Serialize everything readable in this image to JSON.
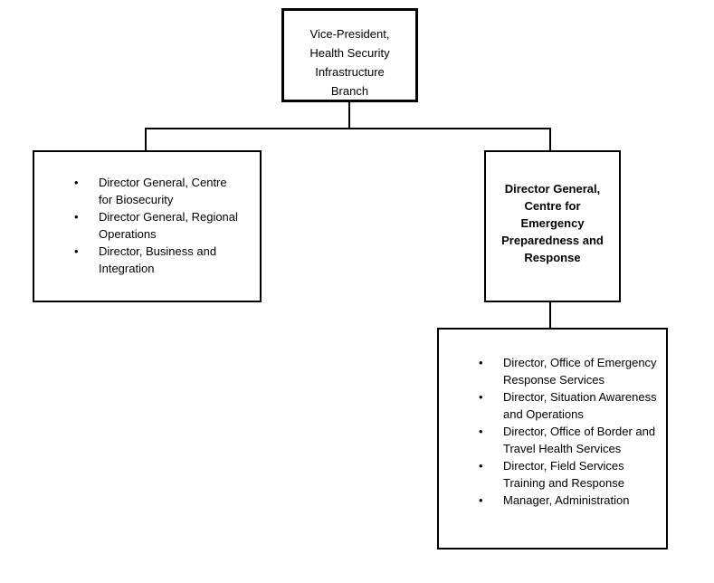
{
  "diagram": {
    "type": "org-chart",
    "colors": {
      "border": "#000000",
      "background": "#ffffff",
      "text": "#000000"
    },
    "bullet_glyph": "•",
    "nodes": {
      "vice_president": {
        "label": "Vice-President, Health Security Infrastructure Branch",
        "lines": [
          "Vice-President,",
          "Health Security",
          "Infrastructure",
          "Branch"
        ]
      },
      "left_group": {
        "items": [
          "Director General, Centre for Biosecurity",
          "Director General, Regional Operations",
          "Director, Business and Integration"
        ]
      },
      "dg_emergency": {
        "label": "Director General, Centre for Emergency Preparedness and Response",
        "lines": [
          "Director General,",
          "Centre for",
          "Emergency",
          "Preparedness and",
          "Response"
        ],
        "bold": true
      },
      "emergency_group": {
        "items": [
          "Director, Office of Emergency Response Services",
          "Director, Situation Awareness and Operations",
          "Director, Office of Border and Travel Health Services",
          "Director, Field Services Training and Response",
          "Manager, Administration"
        ]
      }
    }
  }
}
